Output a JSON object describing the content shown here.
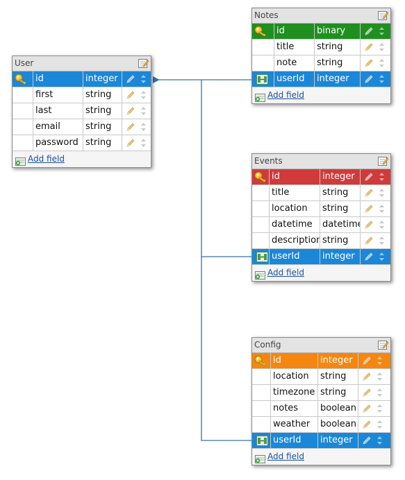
{
  "colors": {
    "blue": "#1a87d8",
    "green": "#1f8f1f",
    "red": "#d03a3a",
    "orange": "#f5860f",
    "connector": "#3a6fa8"
  },
  "add_field_label": "Add field",
  "tables": {
    "user": {
      "title": "User",
      "fields": [
        {
          "name": "id",
          "type": "integer",
          "role": "pk",
          "color": "blue",
          "icon": "key-icon"
        },
        {
          "name": "first",
          "type": "string"
        },
        {
          "name": "last",
          "type": "string"
        },
        {
          "name": "email",
          "type": "string"
        },
        {
          "name": "password",
          "type": "string"
        }
      ]
    },
    "notes": {
      "title": "Notes",
      "fields": [
        {
          "name": "id",
          "type": "binary",
          "role": "pk",
          "color": "green",
          "icon": "key-icon"
        },
        {
          "name": "title",
          "type": "string"
        },
        {
          "name": "note",
          "type": "string"
        },
        {
          "name": "userId",
          "type": "integer",
          "role": "fk",
          "color": "blue",
          "icon": "foreign-key-icon"
        }
      ]
    },
    "events": {
      "title": "Events",
      "fields": [
        {
          "name": "id",
          "type": "integer",
          "role": "pk",
          "color": "red",
          "icon": "key-icon"
        },
        {
          "name": "title",
          "type": "string"
        },
        {
          "name": "location",
          "type": "string"
        },
        {
          "name": "datetime",
          "type": "datetime"
        },
        {
          "name": "description",
          "type": "string"
        },
        {
          "name": "userId",
          "type": "integer",
          "role": "fk",
          "color": "blue",
          "icon": "foreign-key-icon"
        }
      ]
    },
    "config": {
      "title": "Config",
      "fields": [
        {
          "name": "id",
          "type": "integer",
          "role": "pk",
          "color": "orange",
          "icon": "key-icon"
        },
        {
          "name": "location",
          "type": "string"
        },
        {
          "name": "timezone",
          "type": "string"
        },
        {
          "name": "notes",
          "type": "boolean"
        },
        {
          "name": "weather",
          "type": "boolean"
        },
        {
          "name": "userId",
          "type": "integer",
          "role": "fk",
          "color": "blue",
          "icon": "foreign-key-icon"
        }
      ]
    }
  },
  "relations": [
    {
      "from": "notes.userId",
      "to": "user.id"
    },
    {
      "from": "events.userId",
      "to": "user.id"
    },
    {
      "from": "config.userId",
      "to": "user.id"
    }
  ]
}
